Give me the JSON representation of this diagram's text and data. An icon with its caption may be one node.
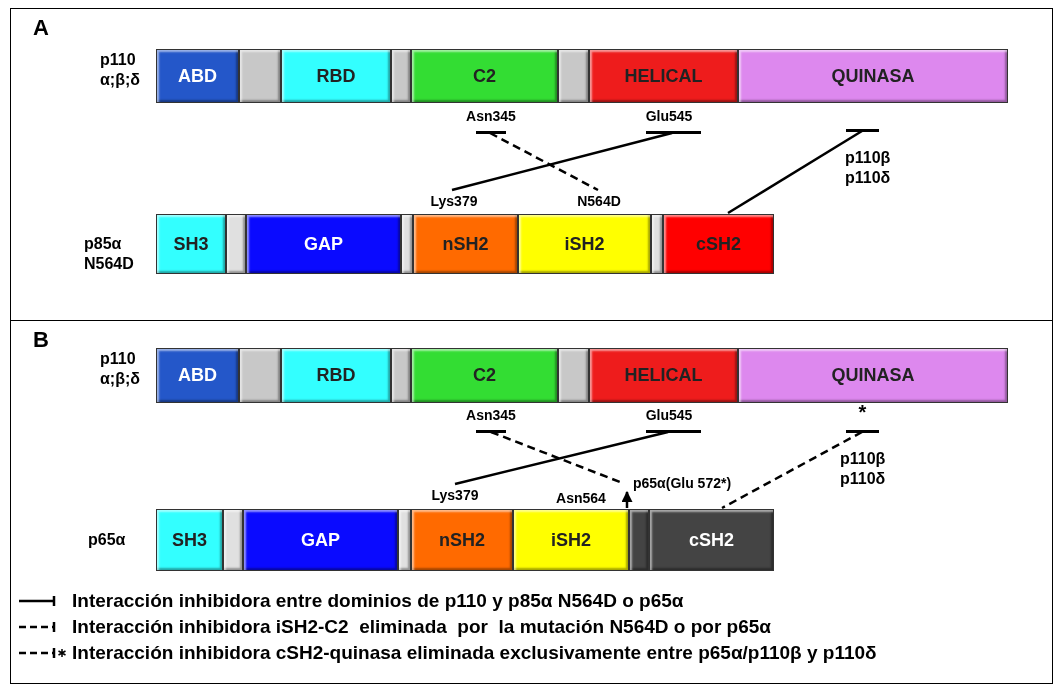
{
  "diagram": {
    "nodes": [
      {
        "text": [
          "A"
        ]
      },
      {
        "text": [
          "ABD"
        ],
        "in": 0
      },
      {
        "text": [],
        "shape": "box",
        "in": 0
      },
      {
        "text": [
          "RBD"
        ],
        "in": 0
      },
      {
        "text": [],
        "shape": "box",
        "in": 0
      },
      {
        "text": [
          "C2"
        ],
        "in": 0
      },
      {
        "text": [],
        "shape": "box",
        "in": 0
      },
      {
        "text": [
          "HELICAL"
        ],
        "in": 0
      },
      {
        "text": [
          "QUINASA"
        ],
        "in": 0
      },
      {
        "text": [
          "Asn345"
        ],
        "in": 0
      },
      {
        "text": [
          "Glu545"
        ],
        "in": 0
      },
      {
        "text": [],
        "shape": "bar",
        "in": 0
      },
      {
        "text": [
          "Lys379"
        ],
        "in": 0
      },
      {
        "text": [
          "N564D"
        ],
        "in": 0
      },
      {
        "text": [
          "SH3"
        ],
        "in": 0
      },
      {
        "text": [],
        "shape": "box",
        "in": 0
      },
      {
        "text": [
          "GAP"
        ],
        "in": 0
      },
      {
        "text": [],
        "shape": "box",
        "in": 0
      },
      {
        "text": [
          "nSH2"
        ],
        "in": 0
      },
      {
        "text": [
          "iSH2"
        ],
        "in": 0
      },
      {
        "text": [],
        "shape": "box",
        "in": 0
      },
      {
        "text": [
          "cSH2"
        ],
        "in": 0
      },
      {
        "text": [
          "B"
        ]
      },
      {
        "text": [
          "ABD"
        ],
        "in": 22
      },
      {
        "text": [],
        "shape": "box",
        "in": 22
      },
      {
        "text": [
          "RBD"
        ],
        "in": 22
      },
      {
        "text": [],
        "shape": "box",
        "in": 22
      },
      {
        "text": [
          "C2"
        ],
        "in": 22
      },
      {
        "text": [],
        "shape": "box",
        "in": 22
      },
      {
        "text": [
          "HELICAL"
        ],
        "in": 22
      },
      {
        "text": [
          "QUINASA"
        ],
        "in": 22
      },
      {
        "text": [
          "Asn345"
        ],
        "in": 22
      },
      {
        "text": [
          "Glu545"
        ],
        "in": 22
      },
      {
        "text": [
          "*"
        ],
        "in": 22
      },
      {
        "text": [
          "Lys379"
        ],
        "in": 22
      },
      {
        "text": [
          "Asn564"
        ],
        "in": 22
      },
      {
        "text": [
          "p65α(Glu 572*)"
        ],
        "in": 22
      },
      {
        "text": [
          "SH3"
        ],
        "in": 22
      },
      {
        "text": [],
        "shape": "box",
        "in": 22
      },
      {
        "text": [
          "GAP"
        ],
        "in": 22
      },
      {
        "text": [],
        "shape": "box",
        "in": 22
      },
      {
        "text": [
          "nSH2"
        ],
        "in": 22
      },
      {
        "text": [
          "iSH2"
        ],
        "in": 22
      },
      {
        "text": [],
        "shape": "box",
        "in": 22
      },
      {
        "text": [
          "cSH2"
        ],
        "in": 22
      }
    ],
    "edges": [
      {
        "from": 9,
        "to": 13,
        "arrow": "none",
        "style": "dashed"
      },
      {
        "from": 10,
        "to": 12,
        "arrow": "none"
      },
      {
        "from": 11,
        "to": 21,
        "arrow": "none"
      },
      {
        "from": 31,
        "to": 36,
        "arrow": "none",
        "style": "dashed"
      },
      {
        "from": 32,
        "to": 34,
        "arrow": "none"
      },
      {
        "from": 33,
        "to": 44,
        "arrow": "none",
        "style": "dashed"
      },
      {
        "from": 42,
        "to": 36,
        "arrow": "to",
        "style": "dashed"
      }
    ],
    "labels": [
      "p110 α;β;δ",
      "p110β p110δ",
      "p85α N564D",
      "p110 α;β;δ",
      "p110β p110δ",
      "p65α"
    ],
    "legend": [
      {
        "text": "Interacción inhibidora entre dominios de p110 y p85α N564D o p65α"
      },
      {
        "text": "Interacción inhibidora iSH2-C2  eliminada  por  la mutación N564D o por p65α"
      },
      {
        "text": "Interacción inhibidora cSH2-quinasa eliminada exclusivamente entre p65α/p110β y p110δ"
      }
    ]
  }
}
